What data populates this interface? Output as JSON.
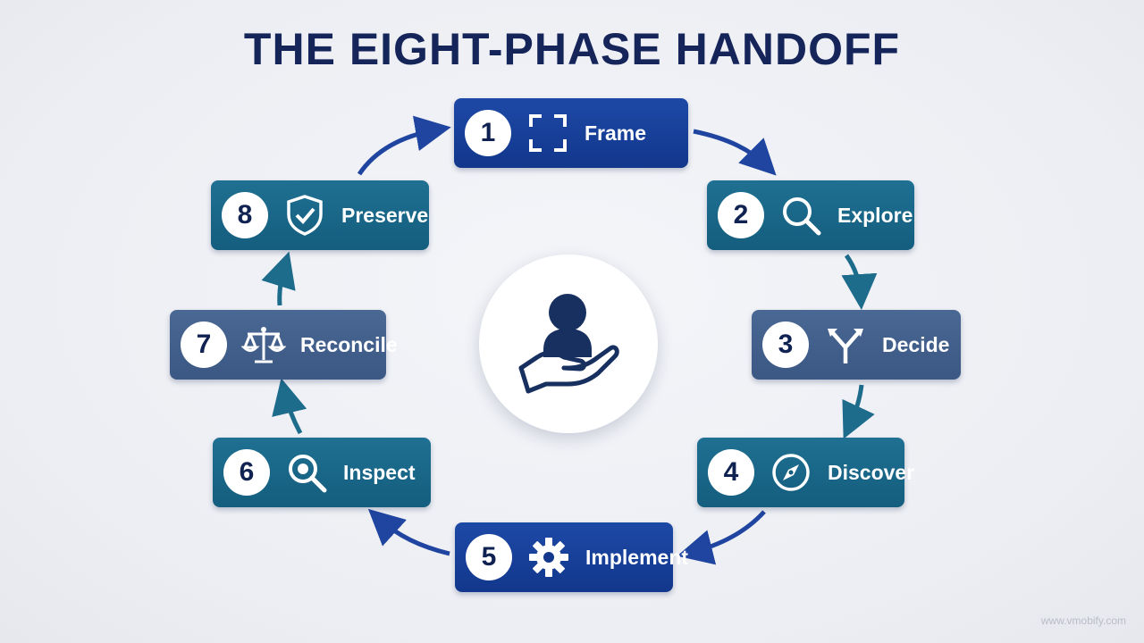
{
  "title": "THE EIGHT-PHASE HANDOFF",
  "phases": [
    {
      "number": "1",
      "label": "Frame",
      "icon": "frame-corners-icon"
    },
    {
      "number": "2",
      "label": "Explore",
      "icon": "magnifier-icon"
    },
    {
      "number": "3",
      "label": "Decide",
      "icon": "fork-arrows-icon"
    },
    {
      "number": "4",
      "label": "Discover",
      "icon": "compass-icon"
    },
    {
      "number": "5",
      "label": "Implement",
      "icon": "gear-icon"
    },
    {
      "number": "6",
      "label": "Inspect",
      "icon": "inspect-magnifier-icon"
    },
    {
      "number": "7",
      "label": "Reconcile",
      "icon": "balance-scale-icon"
    },
    {
      "number": "8",
      "label": "Preserve",
      "icon": "shield-check-icon"
    }
  ],
  "center_icon": "hand-holding-person-icon",
  "watermark": "www.vmobify.com",
  "colors": {
    "title": "#15255a",
    "royal": "#1d49a6",
    "teal": "#1f7092",
    "slate": "#4a6894",
    "arrow_royal": "#1f45a0",
    "arrow_teal": "#1d6c8c"
  }
}
